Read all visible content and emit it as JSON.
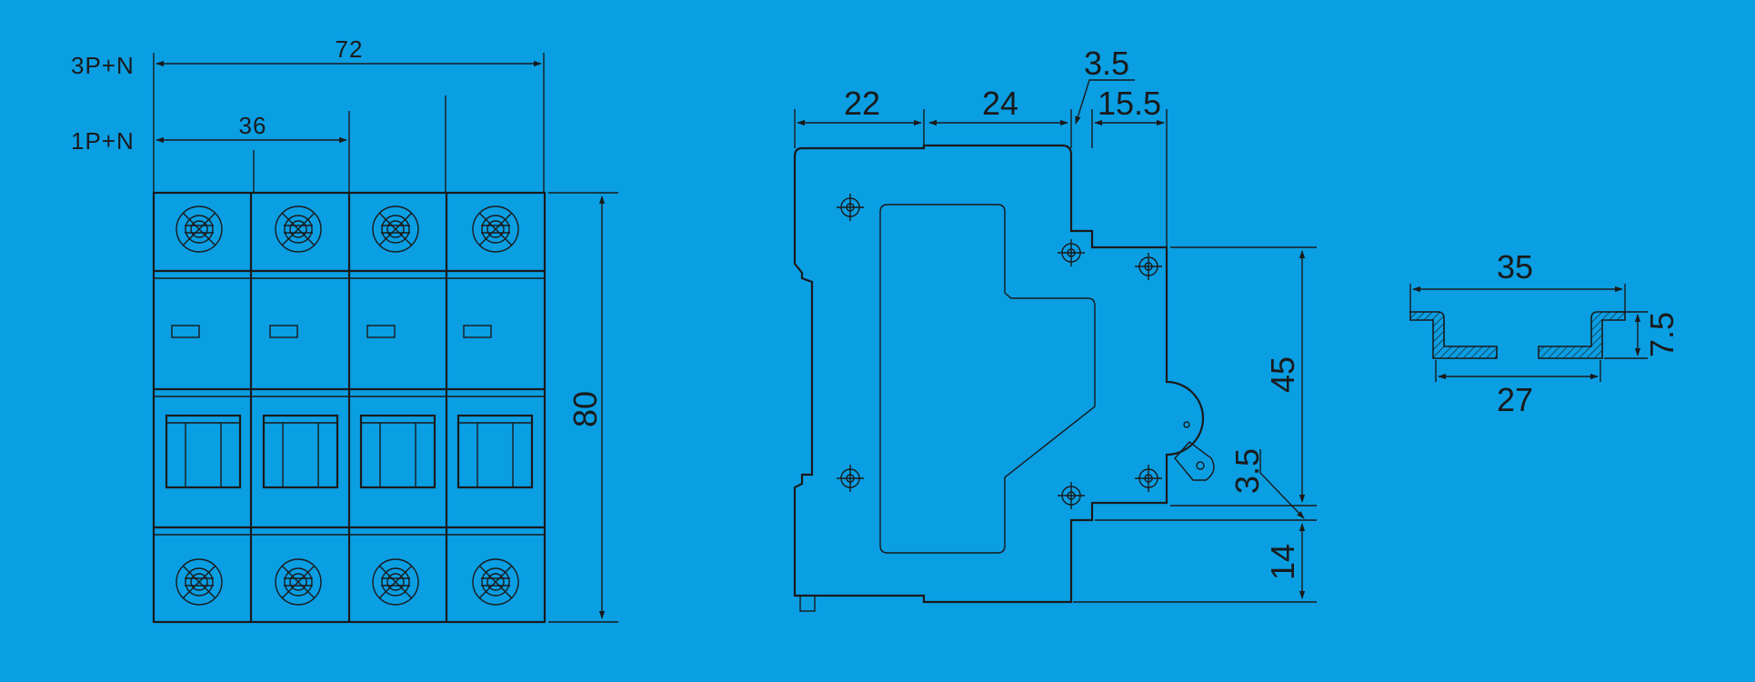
{
  "labels": {
    "pole_3p_n": "3P+N",
    "pole_1p_n": "1P+N"
  },
  "front_view": {
    "width_3p_n": "72",
    "width_1p_n": "36",
    "height": "80"
  },
  "side_view": {
    "width_22": "22",
    "width_24": "24",
    "step_3_5_top": "3.5",
    "width_15_5": "15.5",
    "height_45": "45",
    "step_3_5_bottom": "3.5",
    "height_14": "14"
  },
  "din_rail": {
    "outer_width": "35",
    "height": "7.5",
    "inner_width": "27"
  },
  "colors": {
    "background": "#0a9ee3",
    "line": "#1a1a1a"
  }
}
